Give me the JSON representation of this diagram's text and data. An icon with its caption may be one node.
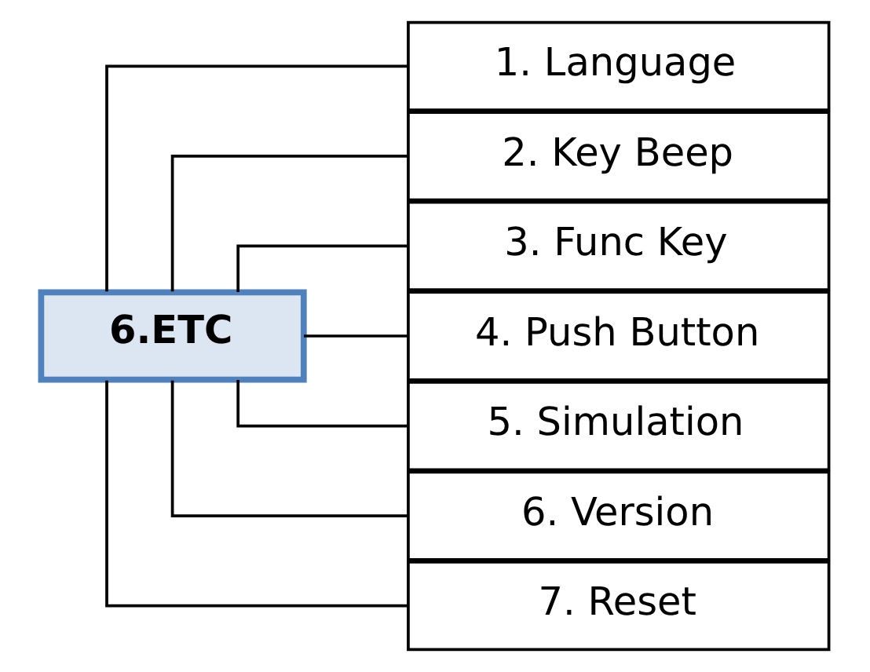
{
  "diagram": {
    "nodes": [
      {
        "text": [
          "6.ETC"
        ]
      },
      {
        "text": [
          "1. Language"
        ]
      },
      {
        "text": [
          "2. Key Beep"
        ]
      },
      {
        "text": [
          "3. Func Key"
        ]
      },
      {
        "text": [
          "4. Push Button"
        ]
      },
      {
        "text": [
          "5. Simulation"
        ]
      },
      {
        "text": [
          "6. Version"
        ]
      },
      {
        "text": [
          "7. Reset"
        ]
      }
    ],
    "edges": [
      {
        "from": 0,
        "to": 1,
        "arrow": "none"
      },
      {
        "from": 0,
        "to": 2,
        "arrow": "none"
      },
      {
        "from": 0,
        "to": 3,
        "arrow": "none"
      },
      {
        "from": 0,
        "to": 4,
        "arrow": "none"
      },
      {
        "from": 0,
        "to": 5,
        "arrow": "none"
      },
      {
        "from": 0,
        "to": 6,
        "arrow": "none"
      },
      {
        "from": 0,
        "to": 7,
        "arrow": "none"
      }
    ]
  }
}
